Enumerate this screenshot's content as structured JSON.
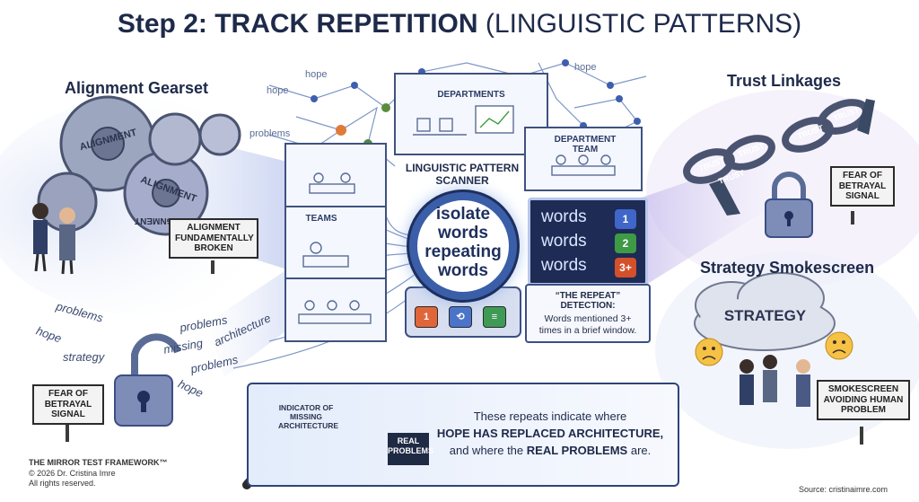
{
  "title": {
    "step": "Step 2:",
    "main": "TRACK REPETITION",
    "sub": "(LINGUISTIC PATTERNS)"
  },
  "sections": {
    "alignment": "Alignment Gearset",
    "trust": "Trust Linkages",
    "strategy": "Strategy Smokescreen"
  },
  "gear_labels": [
    "ALIGNMENT",
    "ALIGNMENT",
    "ALIGNMENT"
  ],
  "signs": {
    "alignment": "ALIGNMENT FUNDAMENTALLY BROKEN",
    "fear_left": "FEAR OF BETRAYAL SIGNAL",
    "fear_right": "FEAR OF BETRAYAL SIGNAL",
    "smokescreen": "SMOKESCREEN AVOIDING HUMAN PROBLEM"
  },
  "chain_labels": [
    "TRUST",
    "TRUST",
    "TRUST",
    "TRUST",
    "TRUST"
  ],
  "network_words": {
    "hope1": "hope",
    "hope2": "hope",
    "hope3": "hope",
    "problems": "problems"
  },
  "floating_words": {
    "w1": "problems",
    "w2": "hope",
    "w3": "strategy",
    "w4": "problems",
    "w5": "missing",
    "w6": "architecture",
    "w7": "problems",
    "w8": "hope"
  },
  "building": {
    "departments": "DEPARTMENTS",
    "department_team": "DEPARTMENT TEAM",
    "teams": "TEAMS",
    "scanner": "LINGUISTIC PATTERN SCANNER"
  },
  "lens_words": [
    "isolate",
    "words",
    "repeating",
    "words"
  ],
  "word_panel": [
    {
      "word": "words",
      "count": "1",
      "color": "#3f66c8"
    },
    {
      "word": "words",
      "count": "2",
      "color": "#3f9a45"
    },
    {
      "word": "words",
      "count": "3+",
      "color": "#d4502a"
    }
  ],
  "device_buttons": [
    {
      "label": "1",
      "color": "#e0663a"
    },
    {
      "label": "⟲",
      "color": "#4b73c9"
    },
    {
      "label": "≡",
      "color": "#3f9a55"
    }
  ],
  "detection": {
    "heading": "“THE REPEAT” DETECTION:",
    "body": "Words mentioned 3+ times in a brief window."
  },
  "strategy_cloud": "STRATEGY",
  "banner": {
    "magnifier": "INDICATOR OF MISSING ARCHITECTURE",
    "real_problems": "REAL PROBLEMS",
    "line1": "These repeats indicate where",
    "line2": "HOPE HAS REPLACED ARCHITECTURE,",
    "line3_a": "and where the",
    "line3_b": "REAL PROBLEMS",
    "line3_c": "are."
  },
  "footer": {
    "framework": "THE MIRROR TEST FRAMEWORK™",
    "copyright": "© 2026 Dr. Cristina Imre",
    "rights": "All rights reserved.",
    "source": "Source: cristinaimre.com"
  }
}
